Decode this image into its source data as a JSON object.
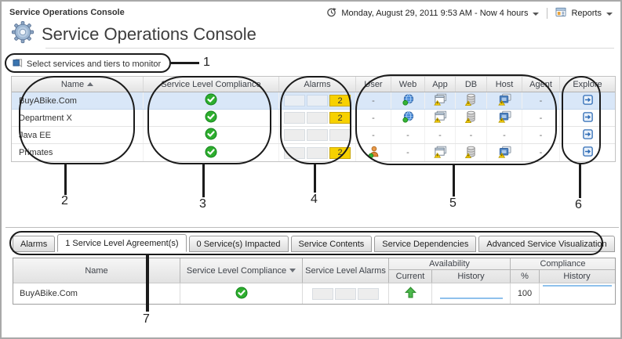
{
  "header": {
    "breadcrumb": "Service Operations Console",
    "title": "Service Operations Console",
    "time_range": "Monday, August 29, 2011 9:53 AM - Now 4 hours",
    "reports_label": "Reports"
  },
  "monitor_link_label": "Select services and tiers to monitor",
  "main_table": {
    "columns": {
      "name": "Name",
      "compliance": "Service Level Compliance",
      "alarms": "Alarms",
      "user": "User",
      "web": "Web",
      "app": "App",
      "db": "DB",
      "host": "Host",
      "agent": "Agent",
      "explore": "Explore"
    },
    "rows": [
      {
        "name": "BuyABike.Com",
        "alarm_count": "2",
        "user": "-",
        "agent": "-"
      },
      {
        "name": "Department X",
        "alarm_count": "2",
        "user": "-",
        "agent": "-"
      },
      {
        "name": "Java EE",
        "alarm_count": "",
        "user": "-",
        "web": "-",
        "app": "-",
        "db": "-",
        "host": "-",
        "agent": "-"
      },
      {
        "name": "Primates",
        "alarm_count": "2",
        "web": "-",
        "agent": "-"
      }
    ]
  },
  "tabs": [
    {
      "label": "Alarms",
      "active": false
    },
    {
      "label": "1 Service Level Agreement(s)",
      "active": true
    },
    {
      "label": "0 Service(s) Impacted",
      "active": false
    },
    {
      "label": "Service Contents",
      "active": false
    },
    {
      "label": "Service Dependencies",
      "active": false
    },
    {
      "label": "Advanced Service Visualization",
      "active": false
    }
  ],
  "sla_table": {
    "columns": {
      "name": "Name",
      "compliance": "Service Level Compliance",
      "alarms": "Service Level Alarms",
      "availability": "Availability",
      "current": "Current",
      "history": "History",
      "percent": "%",
      "compliance_group": "Compliance",
      "compliance_history": "History"
    },
    "rows": [
      {
        "name": "BuyABike.Com",
        "availability_percent": "100"
      }
    ]
  },
  "callouts": [
    "1",
    "2",
    "3",
    "4",
    "5",
    "6",
    "7"
  ],
  "colors": {
    "alarm_warning": "#f7d100",
    "compliance_ok": "#2eae2e",
    "selected_row": "#d9e7f8",
    "sparkline": "#8fc1ec",
    "annotation": "#1b1b1b"
  },
  "icons": {
    "title": "gear-icon",
    "time": "clock-icon",
    "reports": "report-icon",
    "monitor": "monitor-select-icon",
    "compliance_ok": "green-check-icon",
    "user": "person-icon",
    "web": "globe-icon",
    "app": "app-window-warning-icon",
    "db": "database-warning-icon",
    "host": "host-warning-icon",
    "explore": "drilldown-arrow-icon",
    "availability_up": "green-up-arrow-icon"
  }
}
